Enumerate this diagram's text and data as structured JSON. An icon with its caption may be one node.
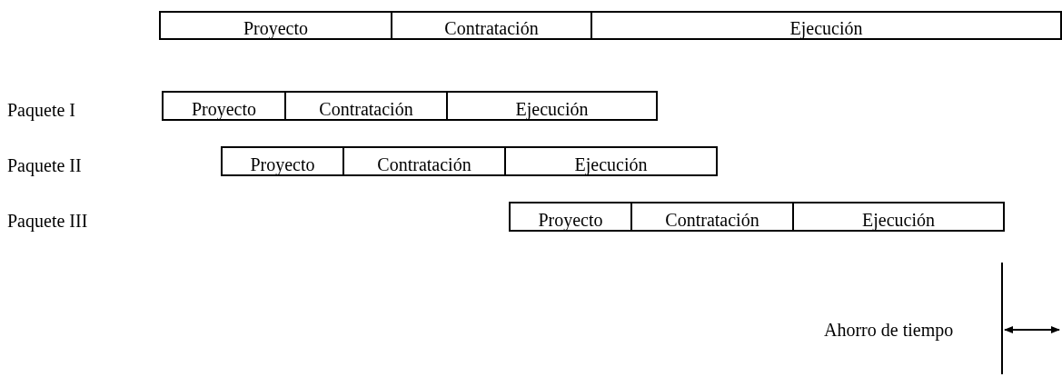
{
  "diagram": {
    "nodes": [
      {
        "text": [
          "Proyecto"
        ]
      },
      {
        "text": [
          "Contratación"
        ]
      },
      {
        "text": [
          "Ejecución"
        ]
      },
      {
        "text": [
          "Proyecto"
        ]
      },
      {
        "text": [
          "Contratación"
        ]
      },
      {
        "text": [
          "Ejecución"
        ]
      },
      {
        "text": [
          "Proyecto"
        ]
      },
      {
        "text": [
          "Contratación"
        ]
      },
      {
        "text": [
          "Ejecución"
        ]
      },
      {
        "text": [
          "Proyecto"
        ]
      },
      {
        "text": [
          "Contratación"
        ]
      },
      {
        "text": [
          "Ejecución"
        ]
      }
    ],
    "edges": [],
    "labels": [
      "Paquete I",
      "Paquete II",
      "Paquete III",
      "Ahorro de tiempo"
    ]
  }
}
